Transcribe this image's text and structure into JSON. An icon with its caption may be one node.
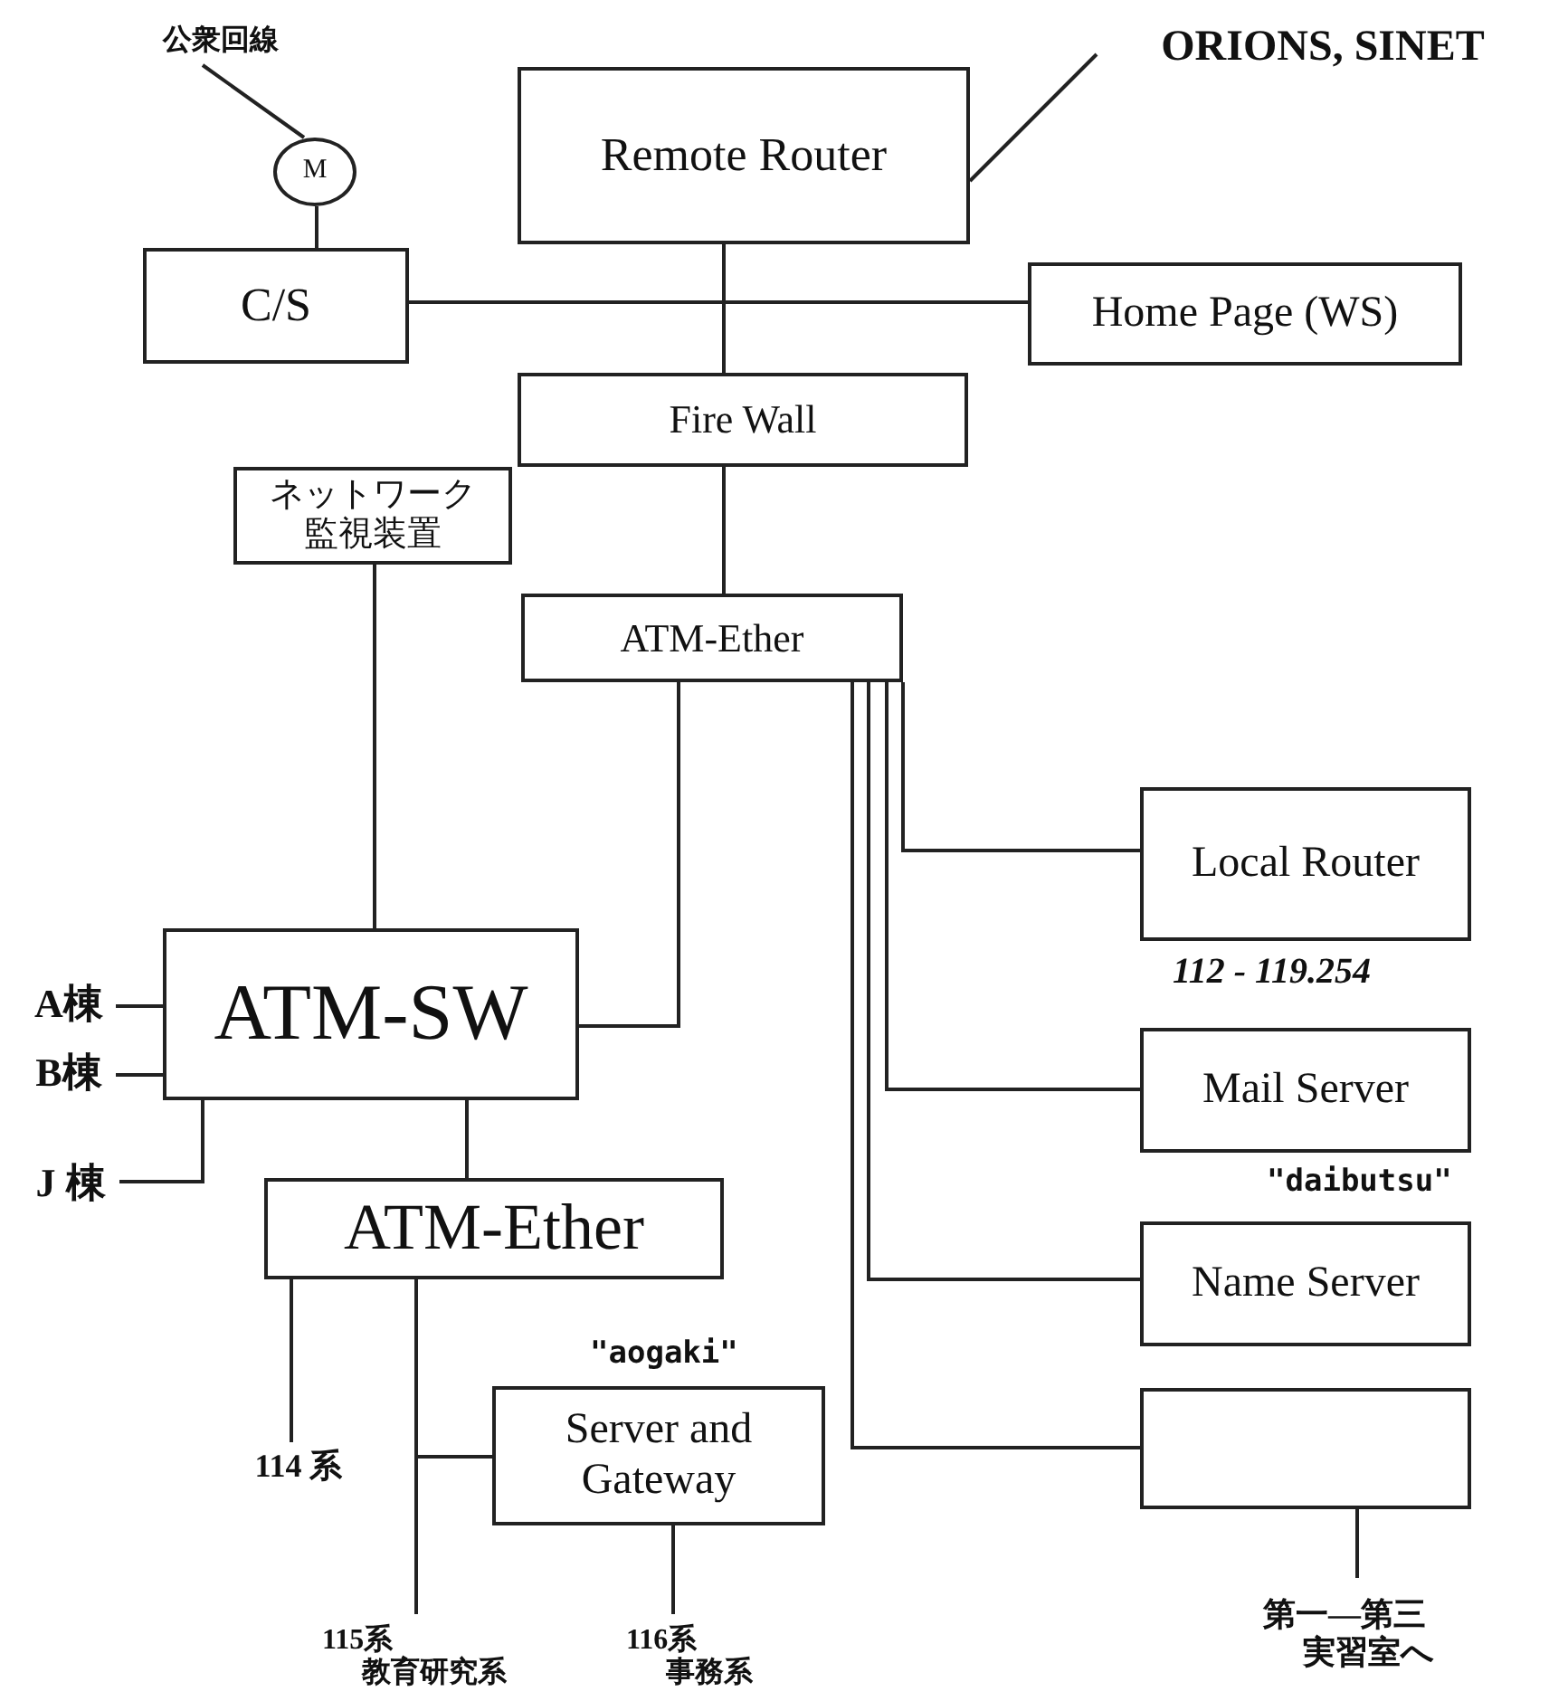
{
  "diagram": {
    "nodes": [
      {
        "text": [
          "公衆回線"
        ]
      },
      {
        "text": [
          "M"
        ]
      },
      {
        "text": [
          "Remote Router"
        ]
      },
      {
        "text": [
          "ORIONS, SINET"
        ]
      },
      {
        "text": [
          "C/S"
        ]
      },
      {
        "text": [
          "Home Page (WS)"
        ]
      },
      {
        "text": [
          "Fire Wall"
        ]
      },
      {
        "text": [
          "ATM-Ether"
        ]
      },
      {
        "text": [
          "ネットワーク監視装置"
        ]
      },
      {
        "text": [
          "A棟"
        ]
      },
      {
        "text": [
          "B棟"
        ]
      },
      {
        "text": [
          "J 棟"
        ]
      },
      {
        "text": [
          "ATM-SW"
        ]
      },
      {
        "text": [
          "Local Router"
        ],
        "beside": [
          "112 - 119.254"
        ]
      },
      {
        "text": [
          "Mail Server"
        ],
        "beside": [
          "\"daibutsu\""
        ]
      },
      {
        "text": [
          "ATM-Ether"
        ]
      },
      {
        "text": [
          "Name Server"
        ]
      },
      {
        "text": [
          "Server and Gateway"
        ],
        "beside": [
          "\"aogaki\""
        ]
      },
      {
        "text": [
          "114 系"
        ]
      },
      {
        "text": [],
        "shape": "box"
      },
      {
        "text": [
          "115系",
          "教育研究系"
        ]
      },
      {
        "text": [
          "116系",
          "事務系"
        ]
      },
      {
        "text": [
          "第一―第三",
          "実習室へ"
        ]
      }
    ],
    "edges": [
      {
        "from": 0,
        "to": 1,
        "arrow": "none"
      },
      {
        "from": 1,
        "to": 4,
        "arrow": "none"
      },
      {
        "from": 2,
        "to": 3,
        "arrow": "none"
      },
      {
        "from": 2,
        "to": 6,
        "arrow": "none"
      },
      {
        "from": 4,
        "to": 5,
        "arrow": "none"
      },
      {
        "from": 6,
        "to": 7,
        "arrow": "none"
      },
      {
        "from": 7,
        "to": 12,
        "arrow": "none"
      },
      {
        "from": 8,
        "to": 12,
        "arrow": "none"
      },
      {
        "from": 9,
        "to": 12,
        "arrow": "none"
      },
      {
        "from": 10,
        "to": 12,
        "arrow": "none"
      },
      {
        "from": 11,
        "to": 12,
        "arrow": "none"
      },
      {
        "from": 12,
        "to": 15,
        "arrow": "none"
      },
      {
        "from": 7,
        "to": 13,
        "arrow": "none"
      },
      {
        "from": 7,
        "to": 14,
        "arrow": "none"
      },
      {
        "from": 7,
        "to": 16,
        "arrow": "none"
      },
      {
        "from": 7,
        "to": 19,
        "arrow": "none"
      },
      {
        "from": 15,
        "to": 18,
        "arrow": "none"
      },
      {
        "from": 15,
        "to": 20,
        "arrow": "none"
      },
      {
        "from": 15,
        "to": 17,
        "arrow": "none"
      },
      {
        "from": 17,
        "to": 21,
        "arrow": "none"
      },
      {
        "from": 19,
        "to": 22,
        "arrow": "none"
      }
    ]
  }
}
